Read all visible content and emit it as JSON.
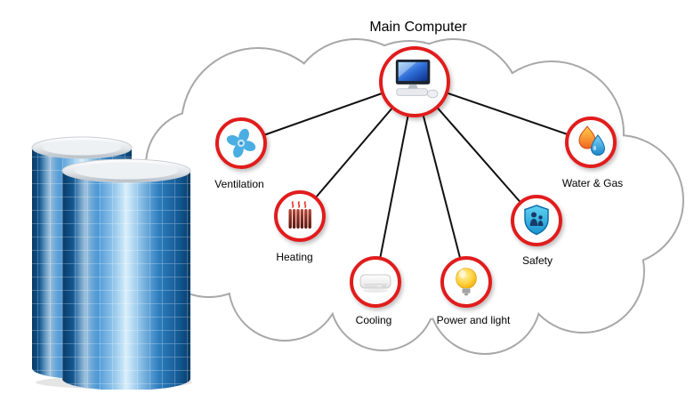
{
  "diagram": {
    "title": "Main Computer",
    "hub": {
      "label": "Main Computer",
      "icon": "computer-icon"
    },
    "nodes": [
      {
        "id": "ventilation",
        "label": "Ventilation",
        "icon": "fan-icon"
      },
      {
        "id": "heating",
        "label": "Heating",
        "icon": "radiator-icon"
      },
      {
        "id": "cooling",
        "label": "Cooling",
        "icon": "air-conditioner-icon"
      },
      {
        "id": "power-and-light",
        "label": "Power and light",
        "icon": "light-bulb-icon"
      },
      {
        "id": "safety",
        "label": "Safety",
        "icon": "shield-family-icon"
      },
      {
        "id": "water-gas",
        "label": "Water & Gas",
        "icon": "flame-and-water-drop-icon"
      }
    ],
    "edges": [
      [
        "main-computer",
        "ventilation"
      ],
      [
        "main-computer",
        "heating"
      ],
      [
        "main-computer",
        "cooling"
      ],
      [
        "main-computer",
        "power-and-light"
      ],
      [
        "main-computer",
        "safety"
      ],
      [
        "main-computer",
        "water-gas"
      ]
    ],
    "colors": {
      "node_ring": "#e11c1c",
      "connection_line": "#111111",
      "cloud_outline": "#a8a8a8",
      "cloud_fill": "#ffffff",
      "tower_blue": "#1d6fb0"
    }
  }
}
